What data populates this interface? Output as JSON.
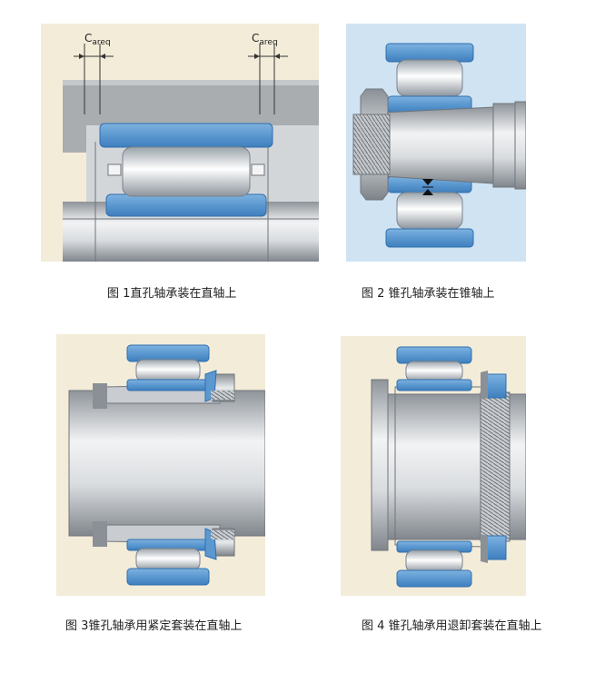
{
  "figures": [
    {
      "caption": "图 1直孔轴承装在直轴上",
      "clearance_label_main": "C",
      "clearance_label_sub": "areq"
    },
    {
      "caption": "图 2 锥孔轴承装在锥轴上"
    },
    {
      "caption": "图 3锥孔轴承用紧定套装在直轴上"
    },
    {
      "caption": "图 4 锥孔轴承用退卸套装在直轴上"
    }
  ],
  "colors": {
    "beige_bg": "#f3ecd9",
    "blue_bg": "#cfe3f3",
    "ring_blue": "#5b98d0",
    "ring_blue_dark": "#2f6fae",
    "steel_light": "#e6e8ea",
    "steel_mid": "#b9bec3",
    "steel_dark": "#6f757b",
    "housing_gray": "#a9adb0"
  }
}
